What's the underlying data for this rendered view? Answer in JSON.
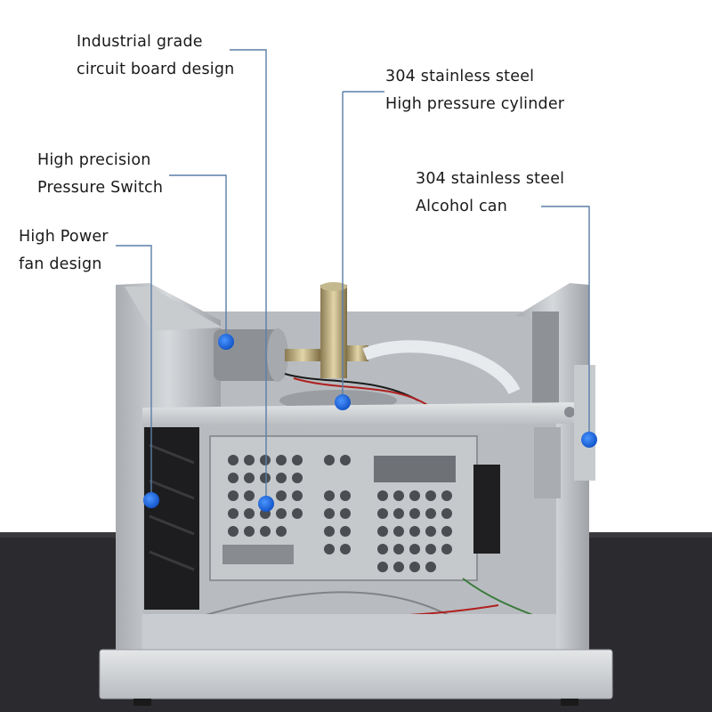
{
  "image": {
    "subject": "Open chassis of a stainless steel machine showing internal components",
    "colors": {
      "callout_line": "#5a7ea8",
      "callout_dot": "#1d6fe0",
      "backdrop": "#2b2a2f"
    }
  },
  "callouts": {
    "circuit_board": {
      "line1": "Industrial grade",
      "line2": "circuit board design"
    },
    "pressure_switch": {
      "line1": "High precision",
      "line2": "Pressure Switch"
    },
    "fan": {
      "line1": "High Power",
      "line2": "fan design"
    },
    "cylinder": {
      "line1": "304 stainless steel",
      "line2": "High pressure cylinder"
    },
    "alcohol_can": {
      "line1": "304 stainless steel",
      "line2": "Alcohol can"
    }
  }
}
